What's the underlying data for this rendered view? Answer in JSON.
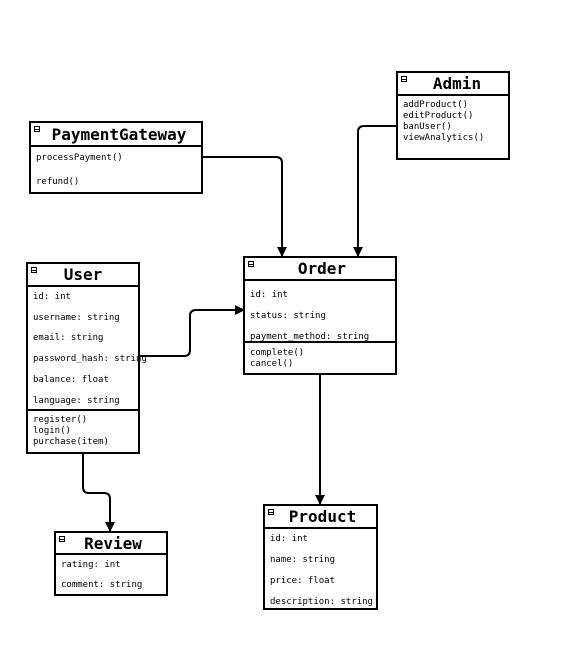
{
  "classes": {
    "admin": {
      "name": "Admin",
      "methods": [
        "addProduct()",
        "editProduct()",
        "banUser()",
        "viewAnalytics()"
      ]
    },
    "payment_gateway": {
      "name": "PaymentGateway",
      "methods": [
        "processPayment()",
        "refund()"
      ]
    },
    "user": {
      "name": "User",
      "attributes": [
        "id: int",
        "username: string",
        "email: string",
        "password_hash: string",
        "balance: float",
        "language: string"
      ],
      "methods": [
        "register()",
        "login()",
        "purchase(item)"
      ]
    },
    "order": {
      "name": "Order",
      "attributes": [
        "id: int",
        "status: string",
        "payment_method: string"
      ],
      "methods": [
        "complete()",
        "cancel()"
      ]
    },
    "review": {
      "name": "Review",
      "attributes": [
        "rating: int",
        "comment: string"
      ]
    },
    "product": {
      "name": "Product",
      "attributes": [
        "id: int",
        "name: string",
        "price: float",
        "description: string"
      ]
    }
  },
  "connections": [
    {
      "from": "PaymentGateway",
      "to": "Order"
    },
    {
      "from": "Admin",
      "to": "Order"
    },
    {
      "from": "User",
      "to": "Order"
    },
    {
      "from": "User",
      "to": "Review"
    },
    {
      "from": "Order",
      "to": "Product"
    }
  ]
}
